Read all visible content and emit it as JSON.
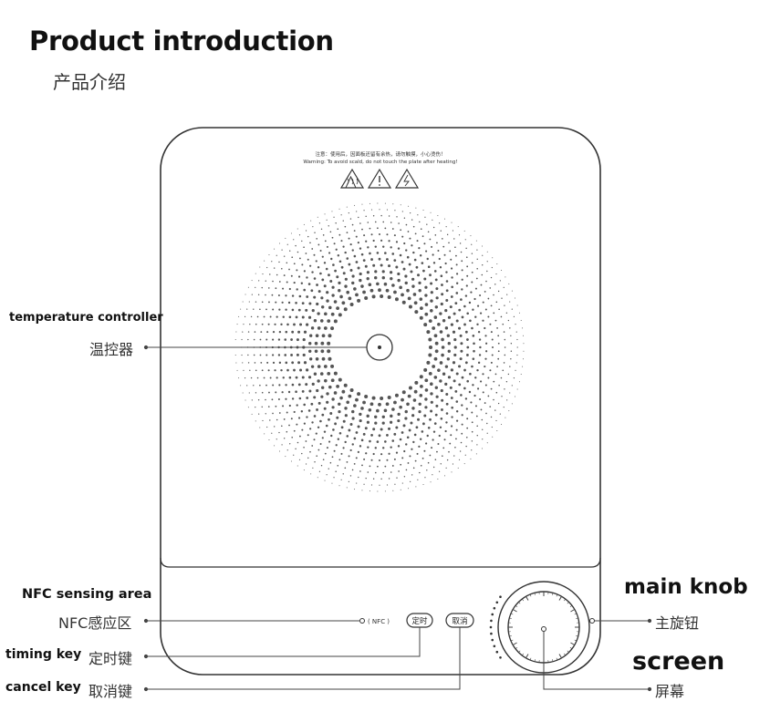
{
  "header": {
    "title": "Product introduction",
    "subtitle": "产品介绍"
  },
  "device": {
    "warning_cn": "注意：使用后，因面板还留有余热，请勿触摸，小心烫伤！",
    "warning_en": "Warning: To avoid scald, do not touch the plate after heating!",
    "nfc_button": "( NFC )",
    "timing_button": "定时",
    "cancel_button": "取消"
  },
  "callouts": {
    "temperature_controller": {
      "en": "temperature controller",
      "cn": "温控器"
    },
    "nfc_area": {
      "en": "NFC sensing area",
      "cn": "NFC感应区"
    },
    "timing_key": {
      "en": "timing key",
      "cn": "定时键"
    },
    "cancel_key": {
      "en": "cancel key",
      "cn": "取消键"
    },
    "main_knob": {
      "en": "main knob",
      "cn": "主旋钮"
    },
    "screen": {
      "en": "screen",
      "cn": "屏幕"
    }
  },
  "colors": {
    "outline": "#333333",
    "dots": "#555555",
    "text": "#222222"
  }
}
